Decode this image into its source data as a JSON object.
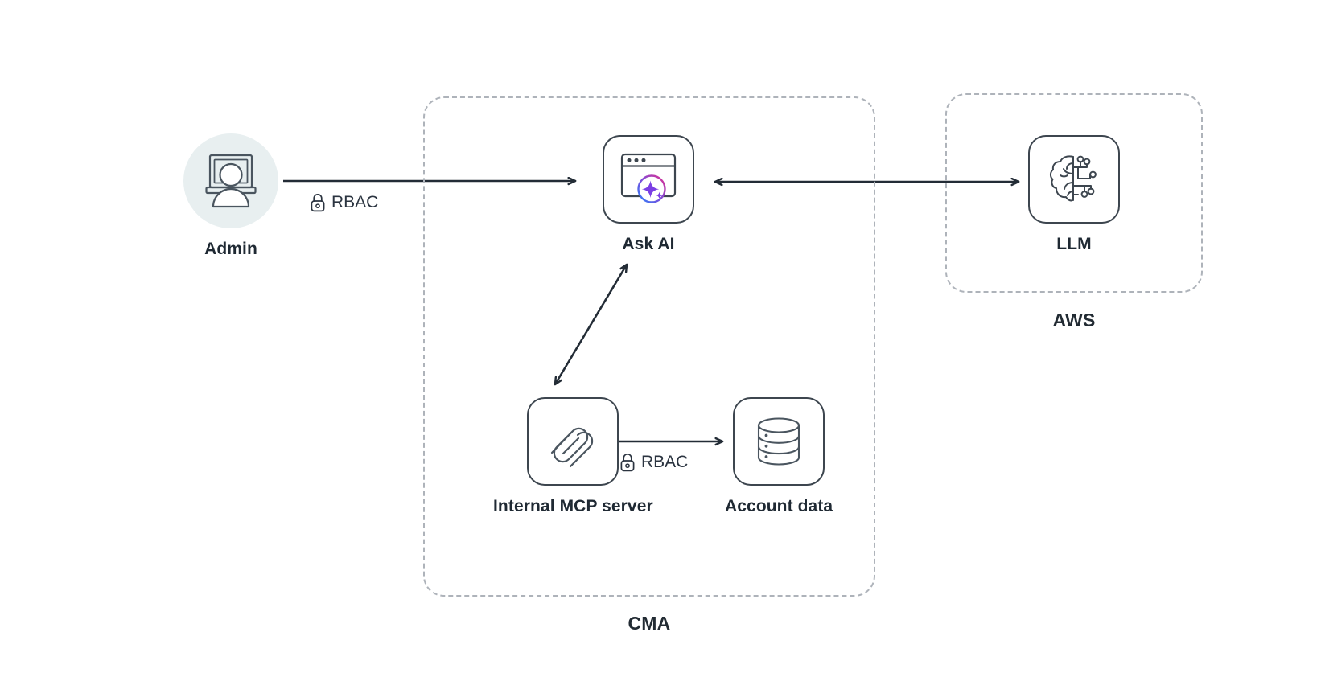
{
  "diagram": {
    "title": "CMA Ask AI architecture",
    "background": "#ffffff",
    "stroke_color": "#2b3440",
    "dashed_border_color": "#aeb3ba",
    "avatar_bg": "#e8eff0"
  },
  "groups": [
    {
      "id": "cma",
      "label": "CMA"
    },
    {
      "id": "aws",
      "label": "AWS"
    }
  ],
  "nodes": [
    {
      "id": "admin",
      "label": "Admin",
      "icon": "user-at-monitor-icon"
    },
    {
      "id": "ask-ai",
      "label": "Ask AI",
      "icon": "ai-sparkle-browser-icon"
    },
    {
      "id": "llm",
      "label": "LLM",
      "icon": "brain-circuit-icon"
    },
    {
      "id": "mcp-server",
      "label": "Internal  MCP server",
      "icon": "mcp-knot-icon"
    },
    {
      "id": "account-data",
      "label": "Account data",
      "icon": "database-icon"
    }
  ],
  "edges": [
    {
      "id": "admin-to-askai",
      "from": "admin",
      "to": "ask-ai",
      "direction": "forward",
      "label": "RBAC",
      "label_icon": "lock-icon"
    },
    {
      "id": "askai-to-llm",
      "from": "ask-ai",
      "to": "llm",
      "direction": "bidirectional",
      "label": "",
      "label_icon": ""
    },
    {
      "id": "askai-to-mcp",
      "from": "ask-ai",
      "to": "mcp-server",
      "direction": "bidirectional",
      "label": "",
      "label_icon": ""
    },
    {
      "id": "mcp-to-accountdata",
      "from": "mcp-server",
      "to": "account-data",
      "direction": "bidirectional",
      "label": "RBAC",
      "label_icon": "lock-icon"
    }
  ]
}
